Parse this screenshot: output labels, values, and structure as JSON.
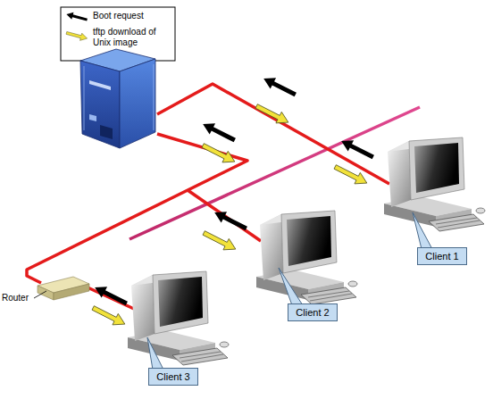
{
  "diagram": {
    "nodes": [
      {
        "text": [
          "Client 1"
        ]
      },
      {
        "text": [
          "Client 2"
        ]
      },
      {
        "text": [
          "Client 3"
        ]
      }
    ],
    "labels": [
      "Router"
    ],
    "legend": [
      {
        "text": "Boot request"
      },
      {
        "text": "tftp download of Unix image"
      }
    ]
  }
}
